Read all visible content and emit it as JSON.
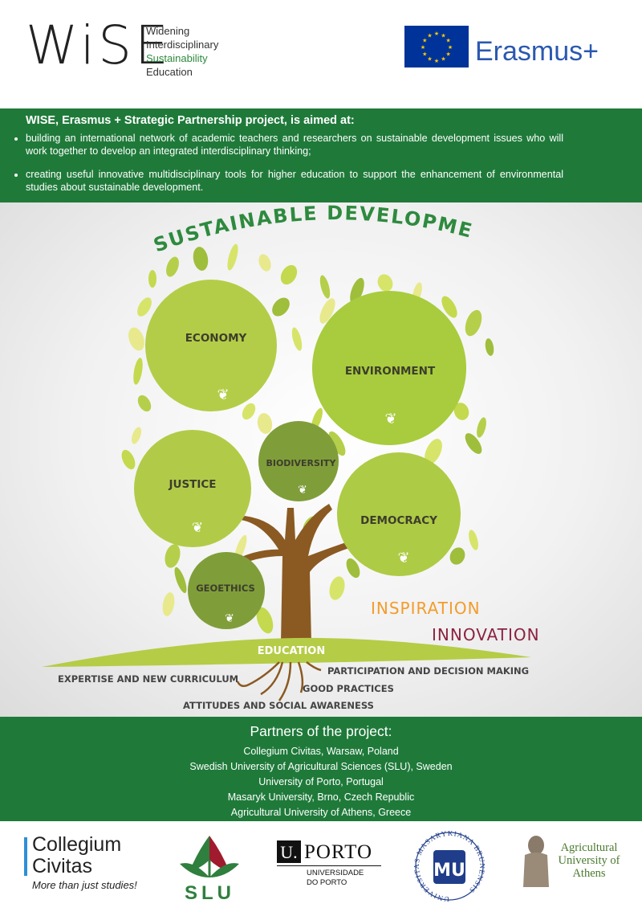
{
  "header": {
    "wise_logo": "WiSE",
    "wise_lines": [
      "Widening",
      "Interdisciplinary",
      "Sustainability",
      "Education"
    ],
    "erasmus_logo": "Erasmus+"
  },
  "aims": {
    "title": "WISE, Erasmus + Strategic Partnership project, is aimed  at:",
    "items": [
      "building an international network of academic teachers and researchers on sustainable development issues who will work together to develop an integrated interdisciplinary thinking;",
      "creating useful innovative multidisciplinary tools for higher education to support the enhancement of environmental studies about sustainable development."
    ]
  },
  "tree": {
    "title": "SUSTAINABLE DEVELOPMENT",
    "circles": {
      "economy": "ECONOMY",
      "environment": "ENVIRONMENT",
      "justice": "JUSTICE",
      "biodiversity": "BIODIVERSITY",
      "democracy": "DEMOCRACY",
      "geoethics": "GEOETHICS"
    },
    "inspiration": "INSPIRATION",
    "innovation": "INNOVATION",
    "education": "EDUCATION",
    "roots": {
      "expertise": "EXPERTISE AND NEW CURRICULUM",
      "participation": "PARTICIPATION AND DECISION MAKING",
      "good_practices": "GOOD PRACTICES",
      "attitudes": "ATTITUDES AND SOCIAL AWARENESS"
    },
    "colors": {
      "title_green": "#2e8a3e",
      "inspiration": "#f39c2a",
      "innovation": "#8c2240",
      "circle_light": "#b5cf4a",
      "circle_dark": "#7fa33a",
      "trunk": "#8a5a22"
    }
  },
  "partners": {
    "title": "Partners of the project:",
    "list": [
      "Collegium Civitas, Warsaw, Poland",
      "Swedish University of Agricultural Sciences (SLU), Sweden",
      "University of Porto, Portugal",
      "Masaryk University, Brno, Czech Republic",
      "Agricultural University of Athens, Greece"
    ]
  },
  "logos": {
    "collegium_name": "Collegium Civitas",
    "collegium_tagline": "More than just studies!",
    "slu": "SLU",
    "porto_u": "U.",
    "porto_word": "PORTO",
    "porto_sub": [
      "UNIVERSIDADE",
      "DO PORTO"
    ],
    "masaryk_ring": "UNIVERSITAS MASARYKIANA BRUNENSIS",
    "masaryk_mark": "MU",
    "aua_name": "Agricultural University of Athens"
  }
}
